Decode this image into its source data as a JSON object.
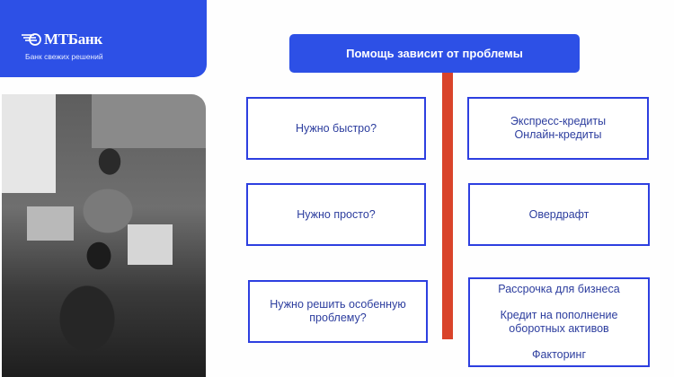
{
  "brand": {
    "name": "МТБанк",
    "tagline": "Банк свежих решений",
    "logo_icon": "mtbank-logo-icon",
    "color": "#2d50e6"
  },
  "photo": {
    "description": "Black-and-white photo of people working on laptops at a table"
  },
  "diagram": {
    "title": "Помощь зависит от проблемы",
    "spine_color": "#d9432a",
    "questions": [
      {
        "text": "Нужно быстро?"
      },
      {
        "text": "Нужно просто?"
      },
      {
        "text": "Нужно решить особенную проблему?"
      }
    ],
    "answers": [
      {
        "lines": [
          "Экспресс-кредиты",
          "Онлайн-кредиты"
        ]
      },
      {
        "lines": [
          "Овердрафт"
        ]
      },
      {
        "lines": [
          "Рассрочка для бизнеса",
          "Кредит на пополнение оборотных активов",
          "Факторинг"
        ]
      }
    ]
  }
}
